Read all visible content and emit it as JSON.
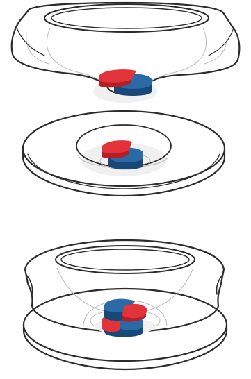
{
  "figure": {
    "components": [
      {
        "name": "upper-cover"
      },
      {
        "name": "base-disc"
      },
      {
        "name": "assembled-unit"
      }
    ],
    "colors": {
      "outline": "#2b2b2b",
      "hidden_line": "#b9b9b9",
      "magnet_red": "#e2323a",
      "magnet_red_shadow": "#b61e27",
      "magnet_blue": "#2a6aa6",
      "magnet_blue_shadow": "#184877",
      "background": "#ffffff"
    }
  }
}
